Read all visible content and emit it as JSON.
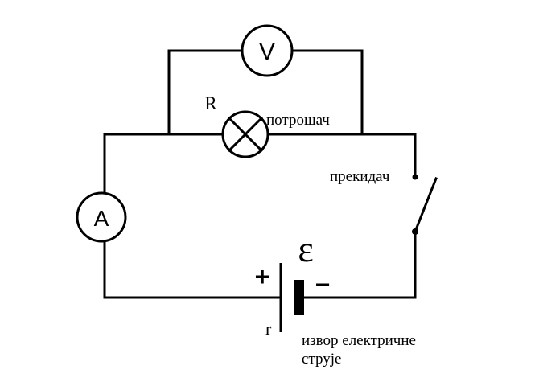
{
  "labels": {
    "voltmeter": "V",
    "ammeter": "A",
    "resistance": "R",
    "consumer": "потрошач",
    "switch": "прекидач",
    "emf": "ε",
    "plus": "+",
    "minus": "−",
    "internal_resistance": "r",
    "source_line1": "извор електричне",
    "source_line2": "струје"
  },
  "colors": {
    "ink": "#000000",
    "background": "#ffffff"
  },
  "icons": {
    "lamp": "lamp-icon",
    "voltmeter": "voltmeter-icon",
    "ammeter": "ammeter-icon",
    "battery": "battery-icon",
    "switch": "switch-icon"
  }
}
